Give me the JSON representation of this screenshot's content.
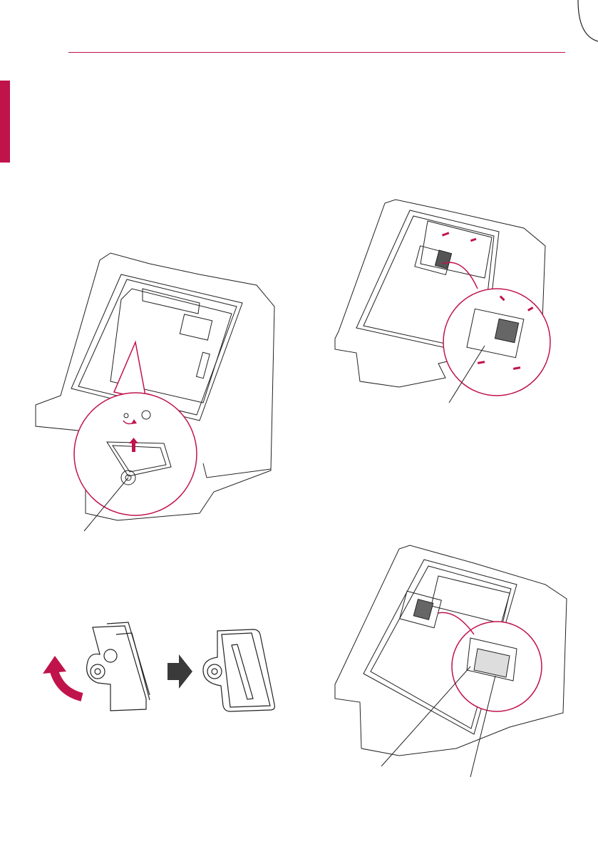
{
  "colors": {
    "accent": "#c0134b",
    "line": "#222222",
    "arrow_dark": "#3a3a3a"
  },
  "figures": [
    {
      "name": "figure-1",
      "description_icon": "monitor-back-stand-removal-icon"
    },
    {
      "name": "figure-2",
      "description_icon": "cover-flip-icon"
    },
    {
      "name": "figure-3",
      "description_icon": "monitor-back-module-mount-icon"
    },
    {
      "name": "figure-4",
      "description_icon": "monitor-back-module-connect-icon"
    }
  ]
}
